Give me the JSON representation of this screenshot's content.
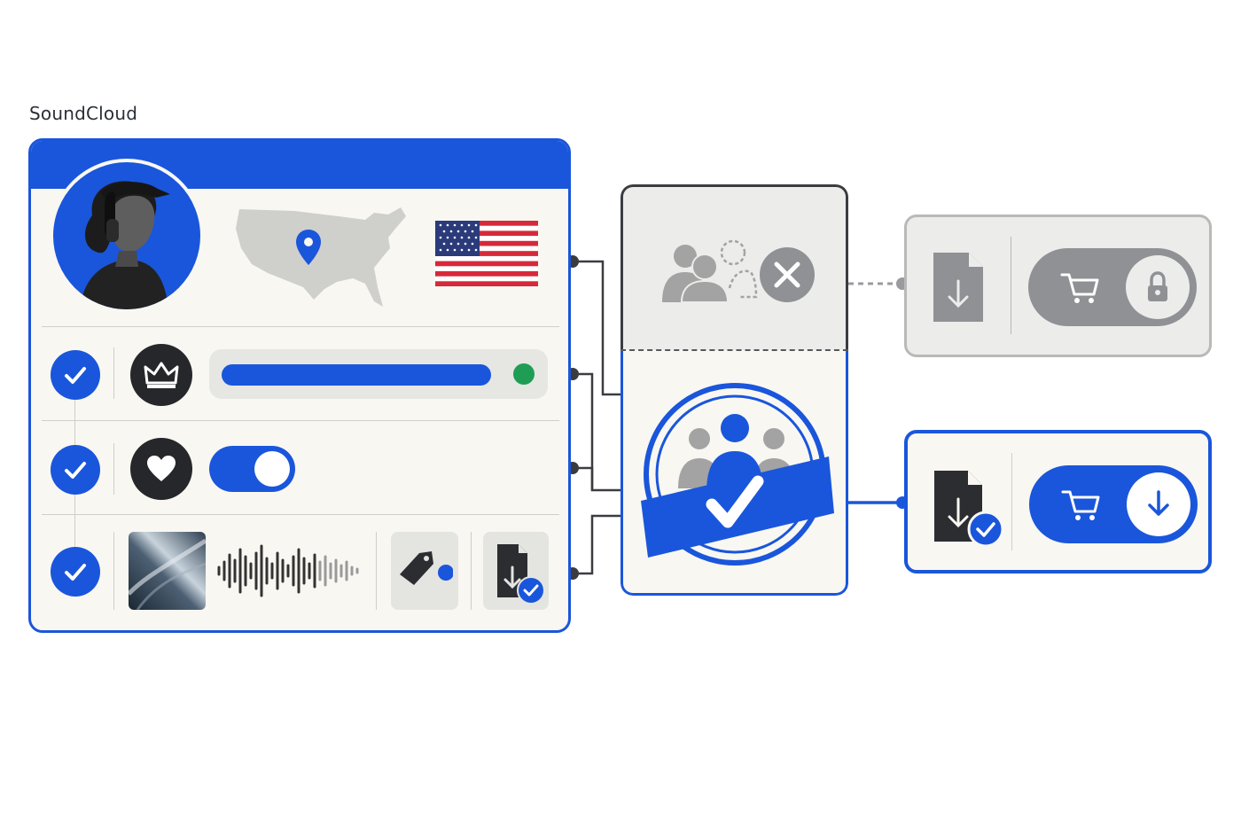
{
  "brand": {
    "name": "SoundCloud"
  },
  "colors": {
    "accent": "#1a56db",
    "dark": "#25272b",
    "status_green": "#1f9d55",
    "muted_grey": "#8f9194",
    "panel_bg": "#f8f7f2"
  },
  "profile_card": {
    "avatar": "artist-with-headphones",
    "location_icon": "map-pin-icon",
    "country_flag": "us-flag",
    "rows": [
      {
        "status": "checked",
        "icon": "crown-icon",
        "control": "progress-bar",
        "progress": 0.92,
        "indicator": "green-dot"
      },
      {
        "status": "checked",
        "icon": "heart-icon",
        "control": "toggle",
        "toggle_on": true
      },
      {
        "status": "checked",
        "icon": "artwork-thumbnail",
        "control": "waveform",
        "extras": [
          "price-tag-icon",
          "download-file-verified-icon"
        ]
      }
    ]
  },
  "middle_panel": {
    "top_state": {
      "icon": "group-remove-icon",
      "badge": "close-icon",
      "style": "inactive"
    },
    "bottom_state": {
      "icon": "group-approved-stamp",
      "badge": "checkmark-icon",
      "style": "active"
    }
  },
  "right_cards": [
    {
      "state": "locked",
      "file_icon": "download-file-icon",
      "pill_icon": "cart-icon",
      "knob_icon": "lock-icon"
    },
    {
      "state": "unlocked",
      "file_icon": "download-file-verified-icon",
      "pill_icon": "cart-icon",
      "knob_icon": "download-arrow-icon"
    }
  ]
}
